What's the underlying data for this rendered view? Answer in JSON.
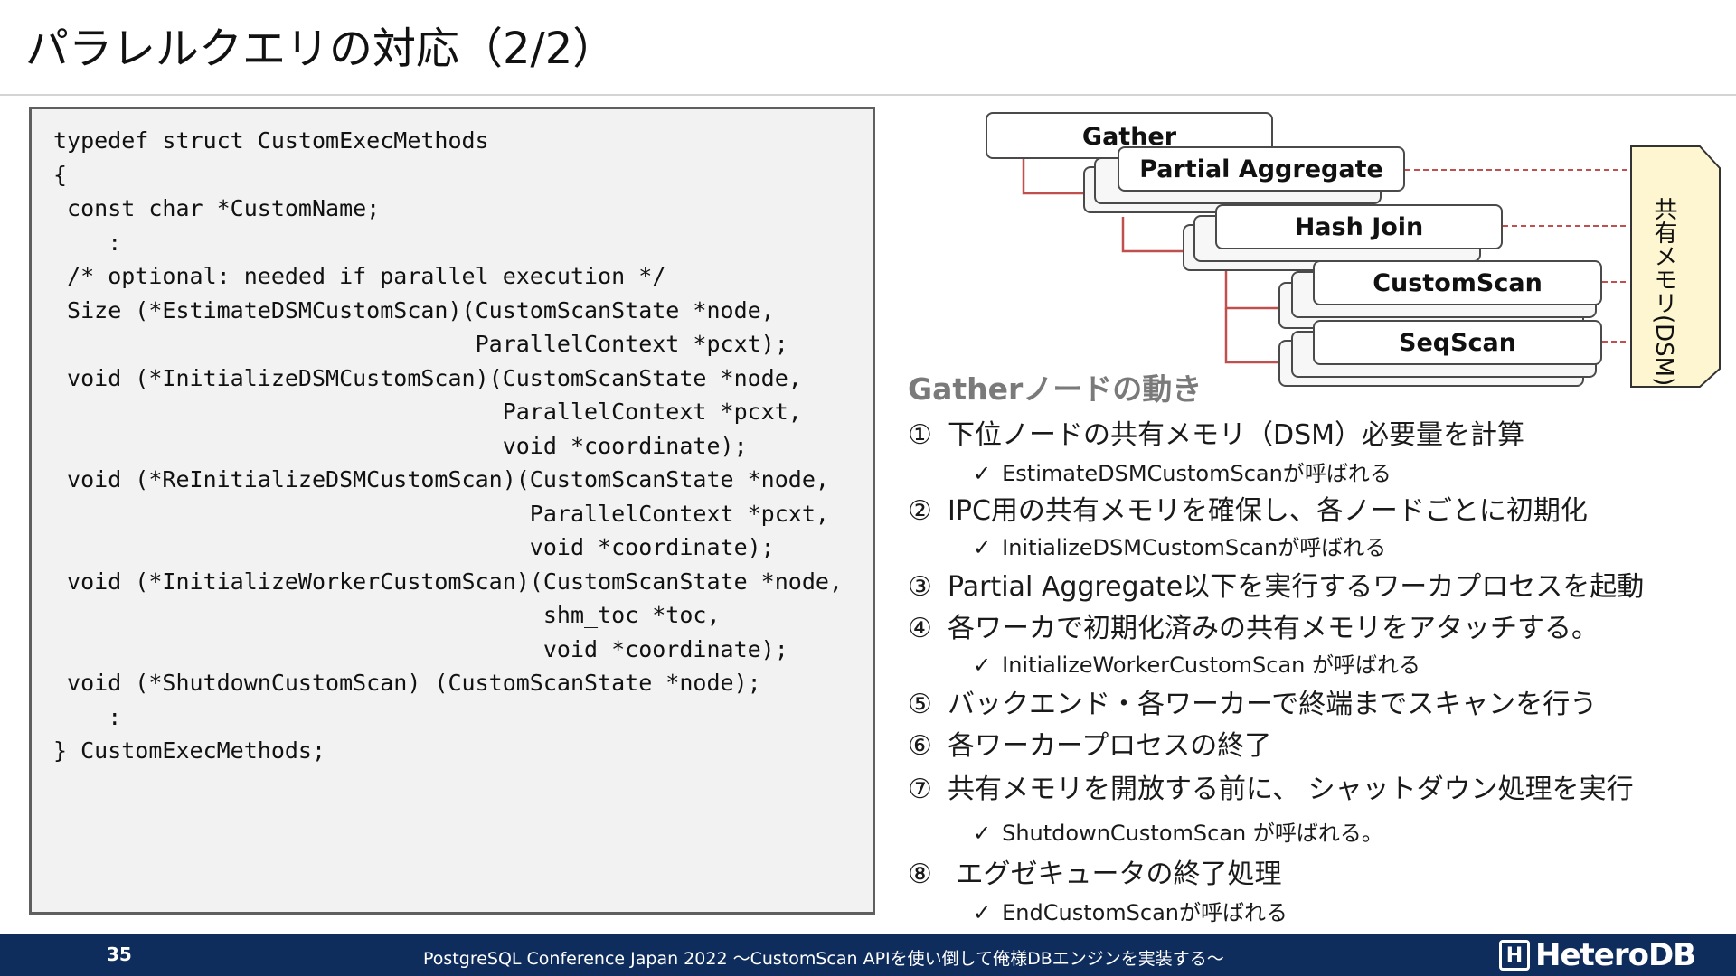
{
  "title": "パラレルクエリの対応（2/2）",
  "code_lines": [
    "typedef struct CustomExecMethods",
    "{",
    " const char *CustomName;",
    "    :",
    " /* optional: needed if parallel execution */",
    " Size (*EstimateDSMCustomScan)(CustomScanState *node,",
    "                               ParallelContext *pcxt);",
    " void (*InitializeDSMCustomScan)(CustomScanState *node,",
    "                                 ParallelContext *pcxt,",
    "                                 void *coordinate);",
    " void (*ReInitializeDSMCustomScan)(CustomScanState *node,",
    "                                   ParallelContext *pcxt,",
    "                                   void *coordinate);",
    " void (*InitializeWorkerCustomScan)(CustomScanState *node,",
    "                                    shm_toc *toc,",
    "                                    void *coordinate);",
    " void (*ShutdownCustomScan) (CustomScanState *node);",
    "    :",
    "} CustomExecMethods;"
  ],
  "diagram": {
    "nodes": [
      "Gather",
      "Partial Aggregate",
      "Hash Join",
      "CustomScan",
      "SeqScan"
    ],
    "dsm_label": "共有メモリ(DSM)",
    "colors": {
      "tree_line": "#c0504d",
      "dsm_fill": "#fdf6d0"
    }
  },
  "explanation": {
    "heading": "Gatherノードの動き",
    "steps": [
      {
        "num": "①",
        "text": "下位ノードの共有メモリ（DSM）必要量を計算",
        "sub": "EstimateDSMCustomScanが呼ばれる"
      },
      {
        "num": "②",
        "text": "IPC用の共有メモリを確保し、各ノードごとに初期化",
        "sub": "InitializeDSMCustomScanが呼ばれる"
      },
      {
        "num": "③",
        "text": "Partial Aggregate以下を実行するワーカプロセスを起動"
      },
      {
        "num": "④",
        "text": "各ワーカで初期化済みの共有メモリをアタッチする。",
        "sub": "InitializeWorkerCustomScan が呼ばれる"
      },
      {
        "num": "⑤",
        "text": "バックエンド・各ワーカーで終端までスキャンを行う"
      },
      {
        "num": "⑥",
        "text": "各ワーカープロセスの終了"
      },
      {
        "num": "⑦",
        "text": "共有メモリを開放する前に、 シャットダウン処理を実行",
        "sub": "ShutdownCustomScan が呼ばれる。"
      },
      {
        "num": "⑧",
        "text": " エグゼキュータの終了処理",
        "sub": "EndCustomScanが呼ばれる"
      }
    ],
    "check_mark": "✓"
  },
  "footer": {
    "page": "35",
    "text": "PostgreSQL Conference Japan 2022 〜CustomScan APIを使い倒して俺様DBエンジンを実装する〜",
    "logo_mark": "H",
    "logo_text": "HeteroDB",
    "bg_color": "#0f2d5c"
  }
}
